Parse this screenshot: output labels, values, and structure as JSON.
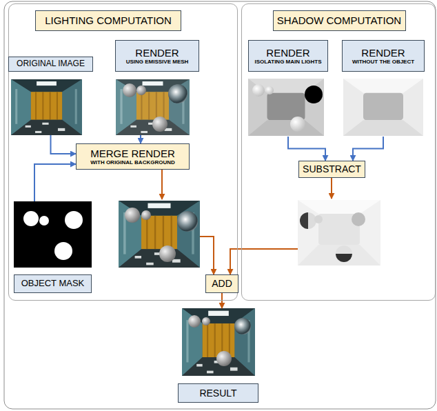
{
  "diagram": {
    "nodes": [
      {
        "text": [
          "LIGHTING COMPUTATION"
        ]
      },
      {
        "text": [
          "ORIGINAL IMAGE"
        ],
        "in": 0
      },
      {
        "text": [
          "RENDER",
          "USING EMISSIVE MESH"
        ],
        "in": 0
      },
      {
        "text": [
          "MERGE RENDER",
          "WITH ORIGINAL BACKGROUND"
        ],
        "in": 0
      },
      {
        "text": [
          "OBJECT MASK"
        ],
        "in": 0
      },
      {
        "text": [
          "SHADOW COMPUTATION"
        ]
      },
      {
        "text": [
          "RENDER",
          "ISOLATING MAIN LIGHTS"
        ],
        "in": 5
      },
      {
        "text": [
          "RENDER",
          "WITHOUT THE OBJECT"
        ],
        "in": 5
      },
      {
        "text": [
          "SUBSTRACT"
        ],
        "in": 5
      },
      {
        "text": [
          "ADD"
        ]
      },
      {
        "text": [
          "RESULT"
        ]
      }
    ],
    "edges": [
      {
        "from": 1,
        "to": 3,
        "arrow": "to"
      },
      {
        "from": 2,
        "to": 3,
        "arrow": "to"
      },
      {
        "from": 4,
        "to": 3,
        "arrow": "to"
      },
      {
        "from": 6,
        "to": 8,
        "arrow": "to"
      },
      {
        "from": 7,
        "to": 8,
        "arrow": "to"
      },
      {
        "from": 3,
        "to": 9,
        "arrow": "to"
      },
      {
        "from": 8,
        "to": 9,
        "arrow": "to"
      },
      {
        "from": 9,
        "to": 10,
        "arrow": "to"
      }
    ]
  }
}
